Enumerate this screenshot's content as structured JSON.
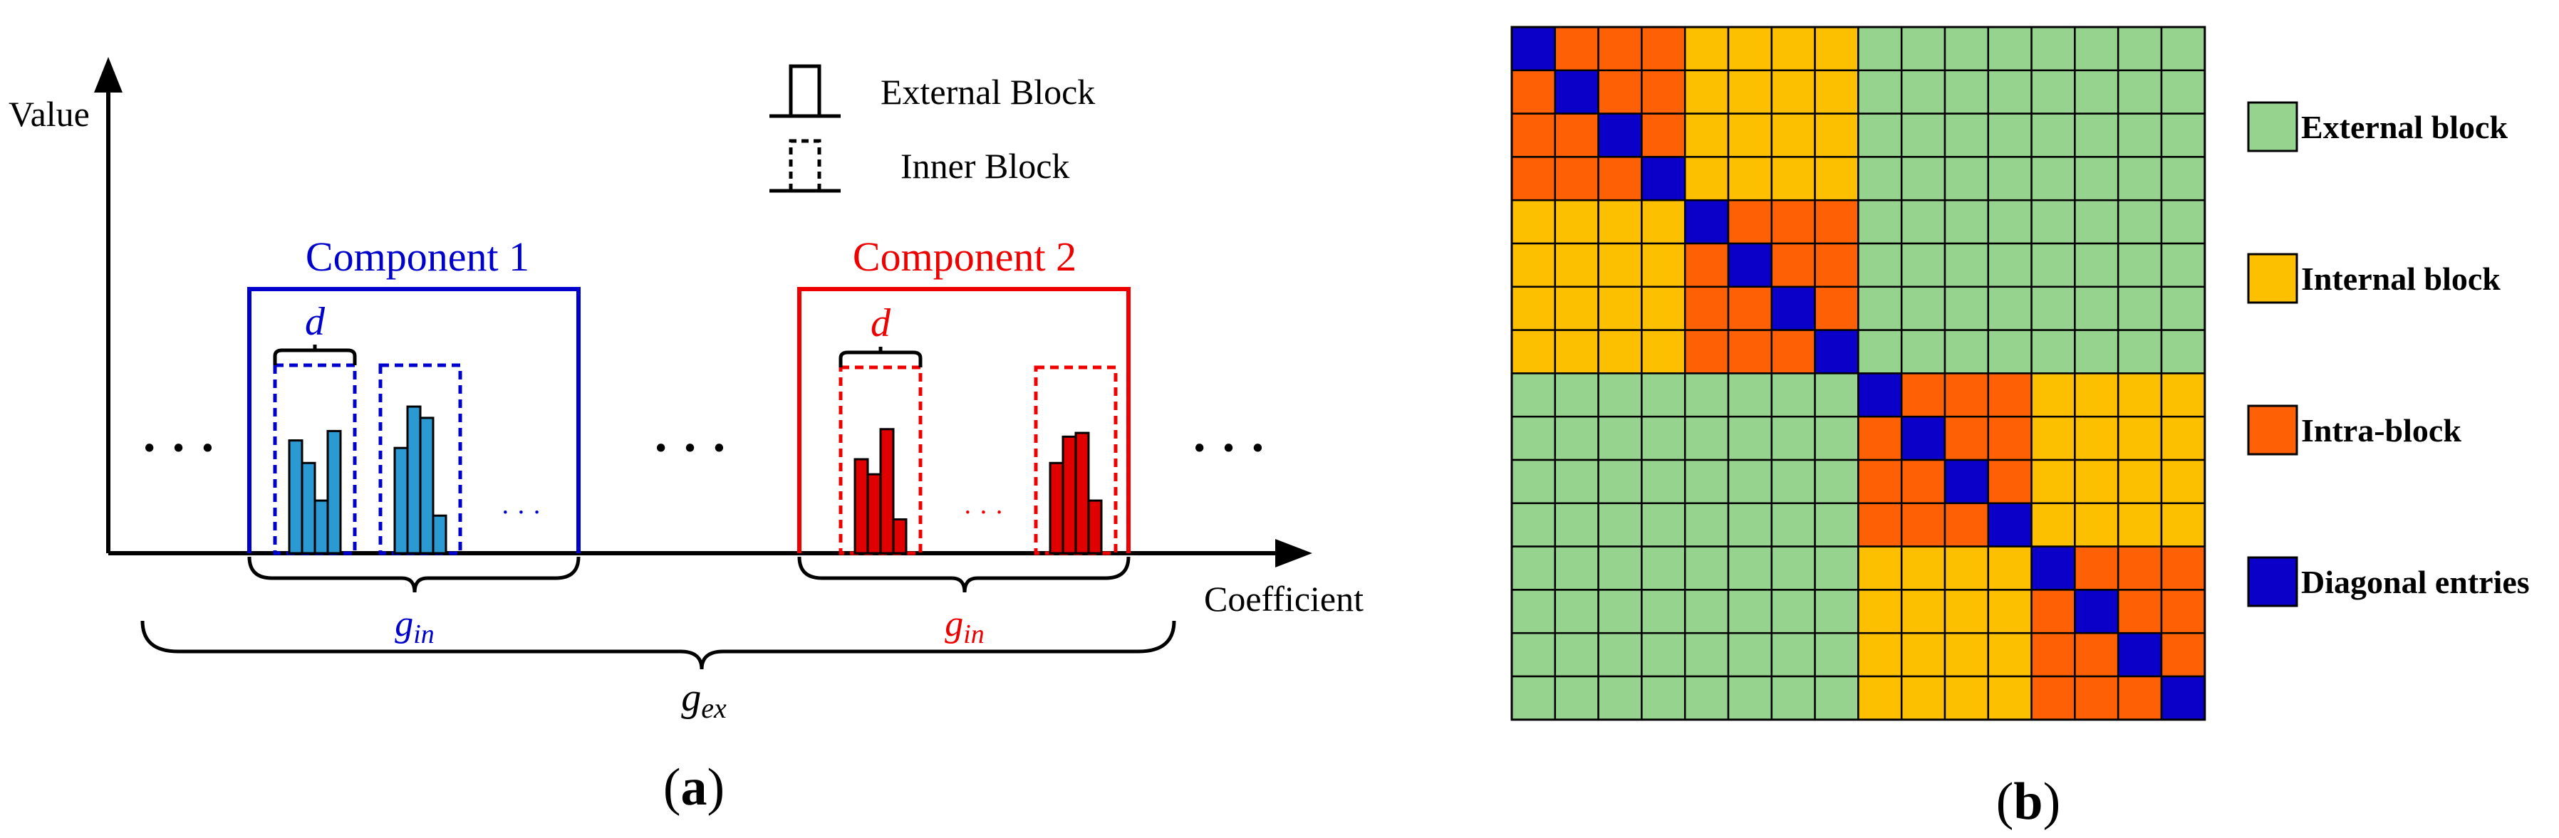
{
  "panel_a": {
    "y_axis_label": "Value",
    "x_axis_label": "Coefficient",
    "legend": {
      "external": "External Block",
      "inner": "Inner Block"
    },
    "component1": {
      "title": "Component 1",
      "d_label": "d",
      "g_in_base": "g",
      "g_in_sub": "in",
      "color": "#0000cc",
      "bar_color": "#2b9ad3",
      "block1_bars": [
        0.6,
        0.48,
        0.28,
        0.65
      ],
      "block2_bars": [
        0.56,
        0.78,
        0.72,
        0.2
      ]
    },
    "component2": {
      "title": "Component 2",
      "d_label": "d",
      "g_in_base": "g",
      "g_in_sub": "in",
      "color": "#ee0000",
      "bar_color": "#e00000",
      "block1_bars": [
        0.5,
        0.42,
        0.66,
        0.18
      ],
      "block2_bars": [
        0.48,
        0.62,
        0.64,
        0.28
      ]
    },
    "g_ex_base": "g",
    "g_ex_sub": "ex",
    "ellipsis": "· · ·",
    "small_ellipsis": "· · ·",
    "caption": "(a)",
    "caption_open": "(",
    "caption_letter": "a",
    "caption_close": ")"
  },
  "panel_b": {
    "grid_size": 16,
    "group_size": 8,
    "block_size": 4,
    "colors": {
      "external": "#96d38e",
      "internal": "#fcc000",
      "intra": "#fd6005",
      "diagonal": "#0a00c8"
    },
    "legend": [
      {
        "key": "external",
        "label": "External block"
      },
      {
        "key": "internal",
        "label": "Internal block"
      },
      {
        "key": "intra",
        "label": "Intra-block"
      },
      {
        "key": "diagonal",
        "label": "Diagonal entries"
      }
    ],
    "caption_open": "(",
    "caption_letter": "b",
    "caption_close": ")"
  }
}
